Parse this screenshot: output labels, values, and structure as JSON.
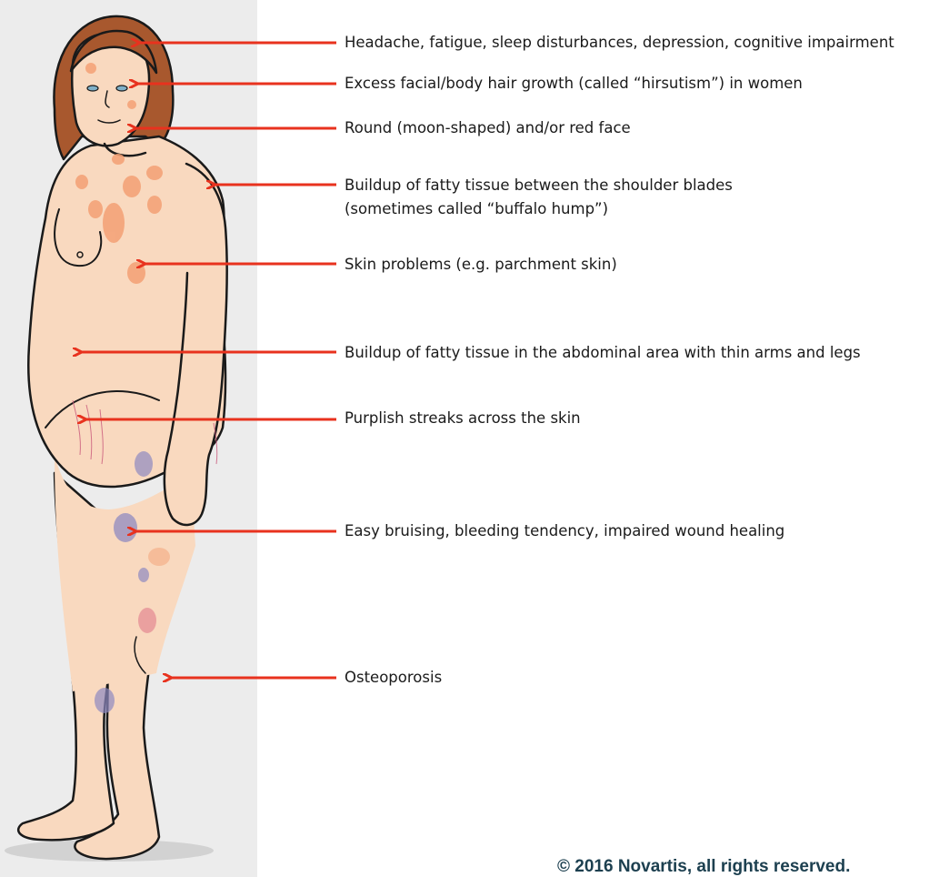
{
  "annotations": [
    {
      "id": "headache",
      "text": "Headache, fatigue, sleep disturbances, depression, cognitive impairment"
    },
    {
      "id": "hair",
      "text": "Excess facial/body hair growth (called “hirsutism”) in women"
    },
    {
      "id": "face",
      "text": "Round (moon-shaped) and/or red face"
    },
    {
      "id": "hump_line1",
      "text": "Buildup of fatty tissue between the shoulder blades"
    },
    {
      "id": "hump_line2",
      "text": "(sometimes called “buffalo hump”)"
    },
    {
      "id": "skin",
      "text": "Skin problems (e.g. parchment skin)"
    },
    {
      "id": "abdominal",
      "text": "Buildup of fatty tissue in the abdominal area with thin arms and legs"
    },
    {
      "id": "streaks",
      "text": "Purplish streaks across the skin"
    },
    {
      "id": "bruising",
      "text": "Easy bruising, bleeding tendency, impaired wound healing"
    },
    {
      "id": "osteo",
      "text": "Osteoporosis"
    }
  ],
  "copyright": "© 2016 Novartis, all rights reserved.",
  "colors": {
    "arrow": "#e8321e",
    "skin": "#f9d9bf",
    "skin_outline": "#1a1a1a",
    "hair": "#a8582e",
    "patch": "#f4a074",
    "bruise": "#8f89c0",
    "panel": "#ececec",
    "copyright_text": "#1d4050"
  }
}
